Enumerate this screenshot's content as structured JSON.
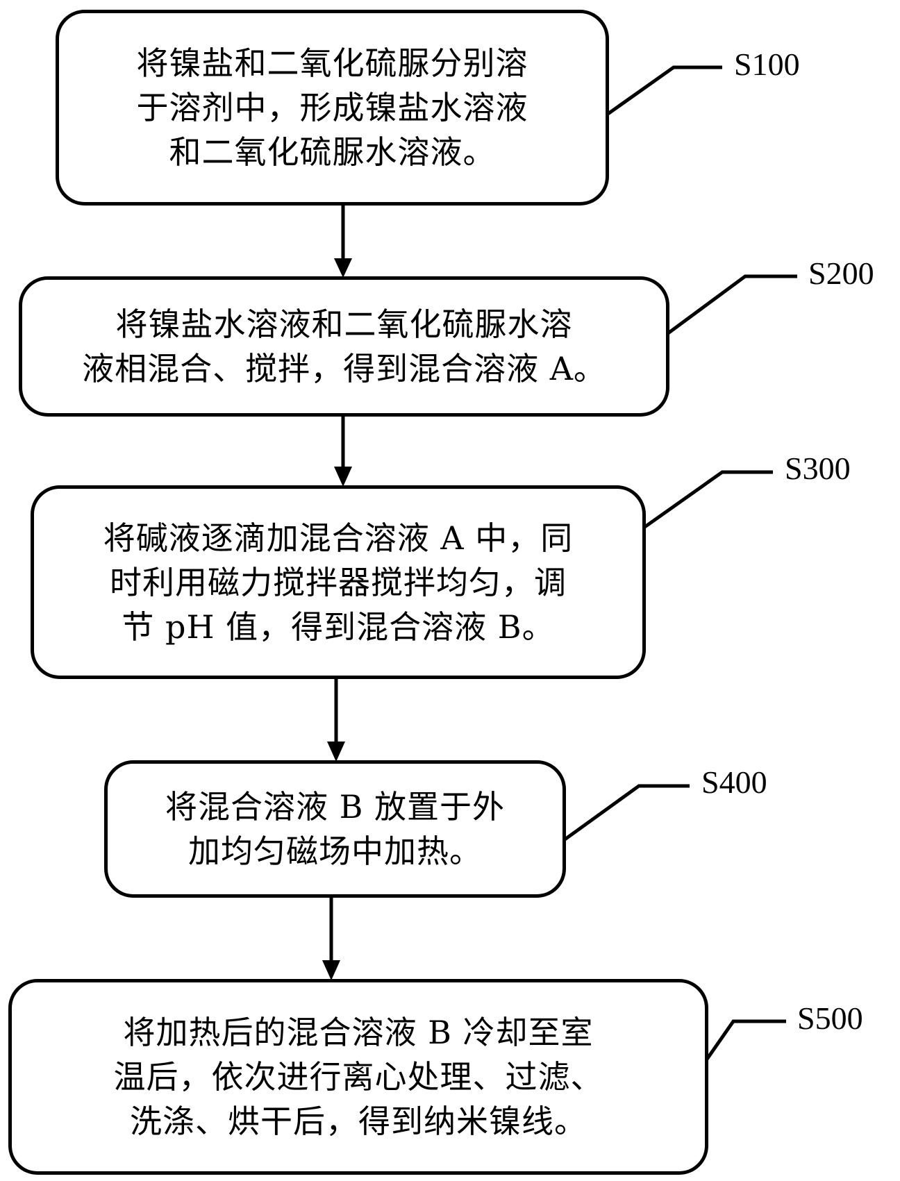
{
  "diagram": {
    "type": "flowchart",
    "direction": "top-to-bottom",
    "steps": [
      {
        "id": "S100",
        "label": "S100",
        "text": "将镍盐和二氧化硫脲分别溶\n于溶剂中，形成镍盐水溶液\n和二氧化硫脲水溶液。"
      },
      {
        "id": "S200",
        "label": "S200",
        "text": "将镍盐水溶液和二氧化硫脲水溶\n液相混合、搅拌，得到混合溶液 A。"
      },
      {
        "id": "S300",
        "label": "S300",
        "text": "将碱液逐滴加混合溶液 A 中，同\n时利用磁力搅拌器搅拌均匀，调\n节 pH 值，得到混合溶液 B。"
      },
      {
        "id": "S400",
        "label": "S400",
        "text": "将混合溶液 B 放置于外\n加均匀磁场中加热。"
      },
      {
        "id": "S500",
        "label": "S500",
        "text": "将加热后的混合溶液 B 冷却至室\n温后，依次进行离心处理、过滤、\n洗涤、烘干后，得到纳米镍线。"
      }
    ],
    "edges": [
      {
        "from": "S100",
        "to": "S200"
      },
      {
        "from": "S200",
        "to": "S300"
      },
      {
        "from": "S300",
        "to": "S400"
      },
      {
        "from": "S400",
        "to": "S500"
      }
    ],
    "colors": {
      "stroke": "#000000",
      "background": "#ffffff",
      "text": "#000000"
    }
  }
}
